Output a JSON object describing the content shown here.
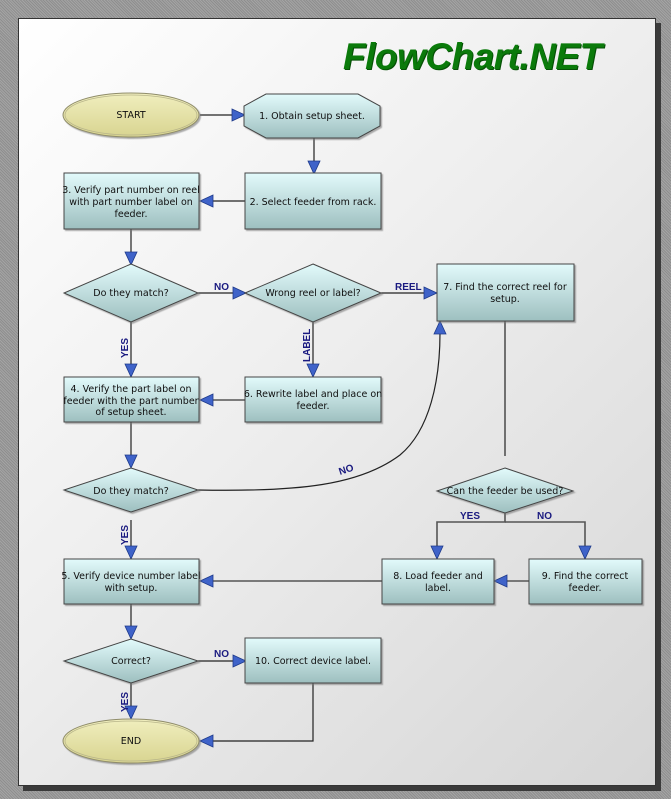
{
  "brand": {
    "title": "FlowChart.NET"
  },
  "colors": {
    "process_fill_top": "#e2fafb",
    "process_fill_bottom": "#9dbfbf",
    "terminal_fill": "#e6e3a8",
    "arrow_head": "#3f63c9",
    "edge_label": "#1a1a80",
    "brand": "#0a7a0a"
  },
  "nodes": {
    "start": {
      "label": "START",
      "shape": "terminal"
    },
    "step1": {
      "label": "1. Obtain setup sheet.",
      "shape": "octagon"
    },
    "step2": {
      "label": "2. Select feeder from rack.",
      "shape": "process"
    },
    "step3": {
      "lines": [
        "3. Verify part number on reel",
        "with part number label on",
        "feeder."
      ],
      "shape": "process"
    },
    "match1": {
      "label": "Do they match?",
      "shape": "decision"
    },
    "wrong": {
      "label": "Wrong reel or label?",
      "shape": "decision"
    },
    "step7": {
      "lines": [
        "7. Find the correct reel for",
        "setup."
      ],
      "shape": "process"
    },
    "step4": {
      "lines": [
        "4. Verify the part label on",
        "feeder with the part number",
        "of setup sheet."
      ],
      "shape": "process"
    },
    "step6": {
      "lines": [
        "6. Rewrite label and place on",
        "feeder."
      ],
      "shape": "process"
    },
    "match2": {
      "label": "Do they match?",
      "shape": "decision"
    },
    "canuse": {
      "label": "Can the feeder be used?",
      "shape": "decision"
    },
    "step5": {
      "lines": [
        "5. Verify device number label",
        "with setup."
      ],
      "shape": "process"
    },
    "step8": {
      "lines": [
        "8. Load feeder and",
        "label."
      ],
      "shape": "process"
    },
    "step9": {
      "lines": [
        "9. Find the correct",
        "feeder."
      ],
      "shape": "process"
    },
    "correct": {
      "label": "Correct?",
      "shape": "decision"
    },
    "step10": {
      "label": "10. Correct device label.",
      "shape": "process"
    },
    "end": {
      "label": "END",
      "shape": "terminal"
    }
  },
  "edges": [
    {
      "from": "start",
      "to": "step1",
      "label": ""
    },
    {
      "from": "step1",
      "to": "step2",
      "label": ""
    },
    {
      "from": "step2",
      "to": "step3",
      "label": ""
    },
    {
      "from": "step3",
      "to": "match1",
      "label": ""
    },
    {
      "from": "match1",
      "to": "wrong",
      "label": "NO"
    },
    {
      "from": "wrong",
      "to": "step7",
      "label": "REEL"
    },
    {
      "from": "wrong",
      "to": "step6",
      "label": "LABEL"
    },
    {
      "from": "match1",
      "to": "step4",
      "label": "YES"
    },
    {
      "from": "step6",
      "to": "step4",
      "label": ""
    },
    {
      "from": "step4",
      "to": "match2",
      "label": ""
    },
    {
      "from": "match2",
      "to": "step7",
      "label": "NO"
    },
    {
      "from": "match2",
      "to": "step5",
      "label": "YES"
    },
    {
      "from": "step7",
      "to": "canuse",
      "label": ""
    },
    {
      "from": "canuse",
      "to": "step8",
      "label": "YES"
    },
    {
      "from": "canuse",
      "to": "step9",
      "label": "NO"
    },
    {
      "from": "step9",
      "to": "step8",
      "label": ""
    },
    {
      "from": "step8",
      "to": "step5",
      "label": ""
    },
    {
      "from": "step5",
      "to": "correct",
      "label": ""
    },
    {
      "from": "correct",
      "to": "step10",
      "label": "NO"
    },
    {
      "from": "correct",
      "to": "end",
      "label": "YES"
    },
    {
      "from": "step10",
      "to": "end",
      "label": ""
    }
  ]
}
